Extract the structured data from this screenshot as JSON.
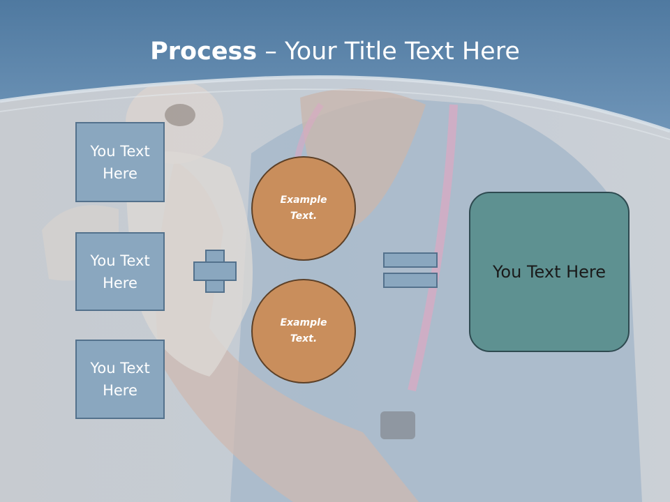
{
  "slide": {
    "title_bold": "Process",
    "title_rest": " – Your Title Text Here",
    "left_boxes": [
      {
        "label": "You Text Here"
      },
      {
        "label": "You Text Here"
      },
      {
        "label": "You Text Here"
      }
    ],
    "circles": [
      {
        "label": "Example Text."
      },
      {
        "label": "Example Text."
      }
    ],
    "plus_symbol": "plus-icon",
    "equals_symbol": "equals-icon",
    "result_box": {
      "label": "You Text Here"
    }
  },
  "colors": {
    "header_blue": "#5c86ad",
    "box_fill": "#8aa7bf",
    "box_border": "#53718c",
    "circle_fill": "#c98e5c",
    "result_fill": "#5e9191"
  }
}
